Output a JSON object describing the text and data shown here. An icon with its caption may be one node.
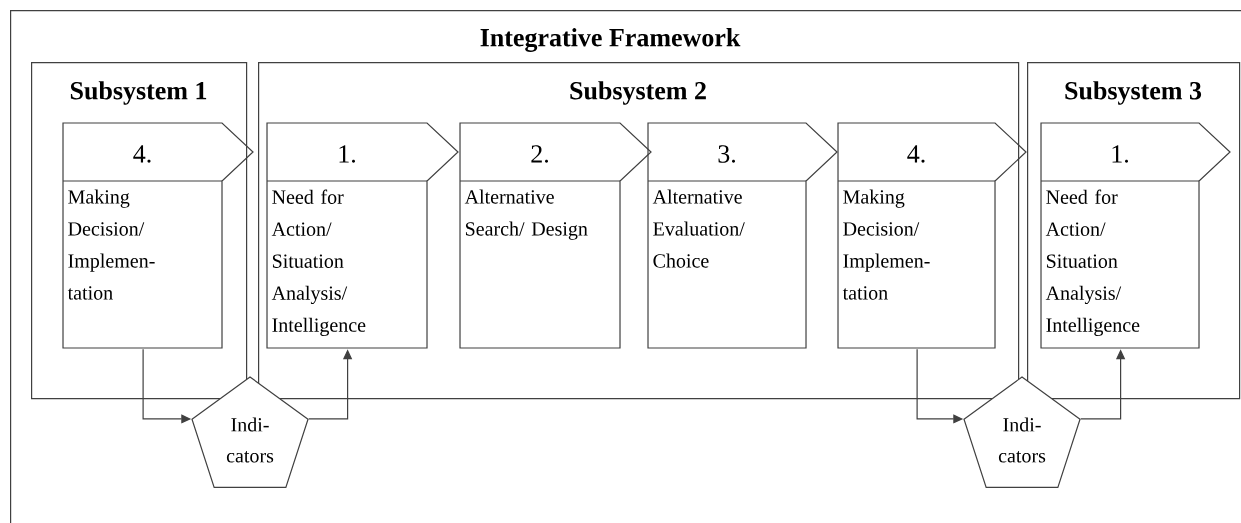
{
  "diagram": {
    "nodes": [
      {
        "text": [
          "Integrative Framework"
        ]
      },
      {
        "text": [
          "Subsystem 1"
        ],
        "in": 0
      },
      {
        "text": [
          "4.",
          "Making Decision/ Implemen- tation"
        ],
        "in": 1
      },
      {
        "text": [
          "Subsystem 2"
        ],
        "in": 0
      },
      {
        "text": [
          "1.",
          "Need for Action/ Situation Analysis/ Intelligence"
        ],
        "in": 3
      },
      {
        "text": [
          "2.",
          "Alternative Search/ Design"
        ],
        "in": 3
      },
      {
        "text": [
          "3.",
          "Alternative Evaluation/ Choice"
        ],
        "in": 3
      },
      {
        "text": [
          "4.",
          "Making Decision/ Implemen- tation"
        ],
        "in": 3
      },
      {
        "text": [
          "Subsystem 3"
        ],
        "in": 0
      },
      {
        "text": [
          "1.",
          "Need for Action/ Situation Analysis/ Intelligence"
        ],
        "in": 8
      },
      {
        "text": [
          "Indi- cators"
        ],
        "in": 0
      },
      {
        "text": [
          "Indi- cators"
        ],
        "in": 0
      }
    ],
    "edges": [
      {
        "from": 2,
        "to": 10,
        "arrow": "to"
      },
      {
        "from": 10,
        "to": 4,
        "arrow": "to"
      },
      {
        "from": 7,
        "to": 11,
        "arrow": "to"
      },
      {
        "from": 11,
        "to": 9,
        "arrow": "to"
      }
    ]
  }
}
